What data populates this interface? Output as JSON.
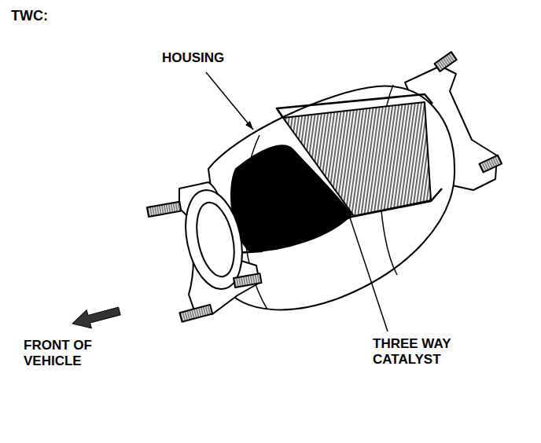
{
  "diagram": {
    "title": "TWC:",
    "labels": [
      "HOUSING",
      "FRONT OF VEHICLE",
      "THREE WAY CATALYST"
    ]
  }
}
